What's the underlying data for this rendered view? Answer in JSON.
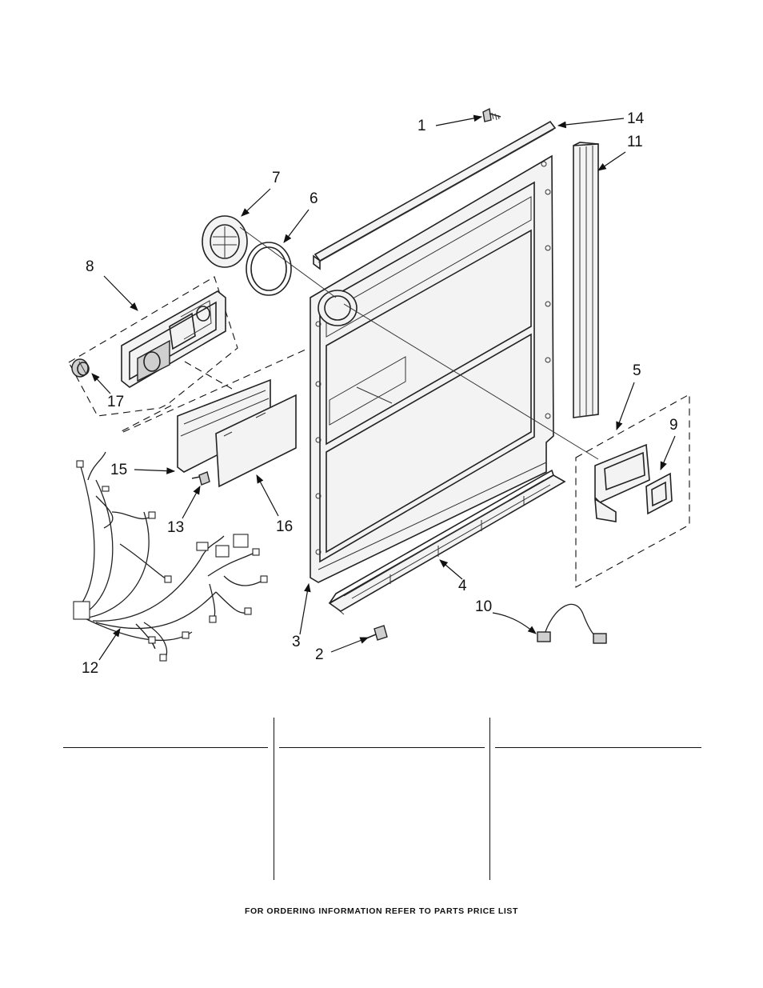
{
  "callouts": [
    "1",
    "2",
    "3",
    "4",
    "5",
    "6",
    "7",
    "8",
    "9",
    "10",
    "11",
    "12",
    "13",
    "14",
    "15",
    "16",
    "17"
  ],
  "footer_note": "FOR ORDERING INFORMATION REFER TO PARTS PRICE LIST"
}
